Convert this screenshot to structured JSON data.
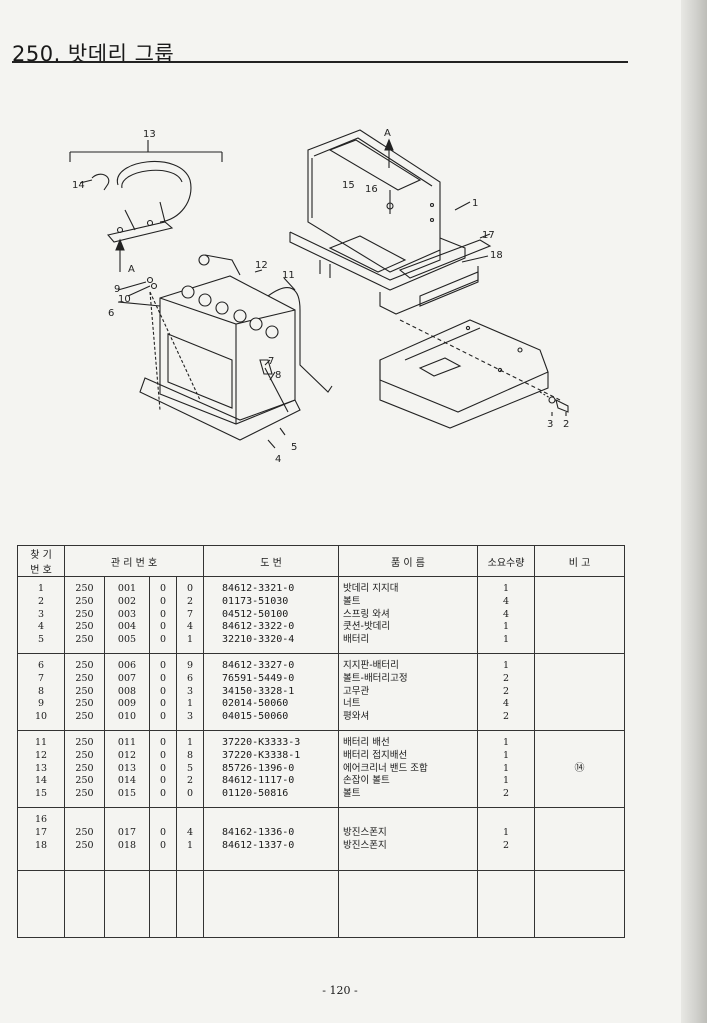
{
  "title": "250. 밧데리 그룹",
  "callouts": {
    "n1": "1",
    "n2": "2",
    "n3": "3",
    "n4": "4",
    "n5": "5",
    "n6": "6",
    "n7": "7",
    "n8": "8",
    "n9": "9",
    "n10": "10",
    "n11": "11",
    "n12": "12",
    "n13": "13",
    "n14": "14",
    "n15": "15",
    "n16": "16",
    "n17": "17",
    "n18": "18",
    "arrowA1": "A",
    "arrowA2": "A"
  },
  "table": {
    "headers": {
      "seq_line1": "찾 기",
      "seq_line2": "번 호",
      "mgmt": "관 리 번 호",
      "drawing": "도 번",
      "name": "품 이 름",
      "qty": "소요수량",
      "remark": "비 고"
    },
    "rows": [
      {
        "no": "1",
        "g": "250",
        "s": "001",
        "a": "0",
        "b": "0",
        "dwg": "84612-3321-0",
        "name": "밧데리 지지대",
        "qty": "1",
        "remark": ""
      },
      {
        "no": "2",
        "g": "250",
        "s": "002",
        "a": "0",
        "b": "2",
        "dwg": "01173-51030",
        "name": "볼트",
        "qty": "4",
        "remark": ""
      },
      {
        "no": "3",
        "g": "250",
        "s": "003",
        "a": "0",
        "b": "7",
        "dwg": "04512-50100",
        "name": "스프링 와셔",
        "qty": "4",
        "remark": ""
      },
      {
        "no": "4",
        "g": "250",
        "s": "004",
        "a": "0",
        "b": "4",
        "dwg": "84612-3322-0",
        "name": "쿳션-밧데리",
        "qty": "1",
        "remark": ""
      },
      {
        "no": "5",
        "g": "250",
        "s": "005",
        "a": "0",
        "b": "1",
        "dwg": "32210-3320-4",
        "name": "배터리",
        "qty": "1",
        "remark": ""
      },
      {
        "no": "6",
        "g": "250",
        "s": "006",
        "a": "0",
        "b": "9",
        "dwg": "84612-3327-0",
        "name": "지지판-배터리",
        "qty": "1",
        "remark": ""
      },
      {
        "no": "7",
        "g": "250",
        "s": "007",
        "a": "0",
        "b": "6",
        "dwg": "76591-5449-0",
        "name": "볼트-배터리고정",
        "qty": "2",
        "remark": ""
      },
      {
        "no": "8",
        "g": "250",
        "s": "008",
        "a": "0",
        "b": "3",
        "dwg": "34150-3328-1",
        "name": "고무관",
        "qty": "2",
        "remark": ""
      },
      {
        "no": "9",
        "g": "250",
        "s": "009",
        "a": "0",
        "b": "1",
        "dwg": "02014-50060",
        "name": "너트",
        "qty": "4",
        "remark": ""
      },
      {
        "no": "10",
        "g": "250",
        "s": "010",
        "a": "0",
        "b": "3",
        "dwg": "04015-50060",
        "name": "평와셔",
        "qty": "2",
        "remark": ""
      },
      {
        "no": "11",
        "g": "250",
        "s": "011",
        "a": "0",
        "b": "1",
        "dwg": "37220-K3333-3",
        "name": "배터리 배선",
        "qty": "1",
        "remark": ""
      },
      {
        "no": "12",
        "g": "250",
        "s": "012",
        "a": "0",
        "b": "8",
        "dwg": "37220-K3338-1",
        "name": "배터리 접지배선",
        "qty": "1",
        "remark": ""
      },
      {
        "no": "13",
        "g": "250",
        "s": "013",
        "a": "0",
        "b": "5",
        "dwg": "85726-1396-0",
        "name": "에어크리너 밴드 조합",
        "qty": "1",
        "remark": "⑭"
      },
      {
        "no": "14",
        "g": "250",
        "s": "014",
        "a": "0",
        "b": "2",
        "dwg": "84612-1117-0",
        "name": "손잡이 볼트",
        "qty": "1",
        "remark": ""
      },
      {
        "no": "15",
        "g": "250",
        "s": "015",
        "a": "0",
        "b": "0",
        "dwg": "01120-50816",
        "name": "볼트",
        "qty": "2",
        "remark": ""
      },
      {
        "no": "16",
        "g": "",
        "s": "",
        "a": "",
        "b": "",
        "dwg": "",
        "name": "",
        "qty": "",
        "remark": ""
      },
      {
        "no": "17",
        "g": "250",
        "s": "017",
        "a": "0",
        "b": "4",
        "dwg": "84162-1336-0",
        "name": "방진스폰지",
        "qty": "1",
        "remark": ""
      },
      {
        "no": "18",
        "g": "250",
        "s": "018",
        "a": "0",
        "b": "1",
        "dwg": "84612-1337-0",
        "name": "방진스폰지",
        "qty": "2",
        "remark": ""
      }
    ]
  },
  "page_number": "- 120 -"
}
